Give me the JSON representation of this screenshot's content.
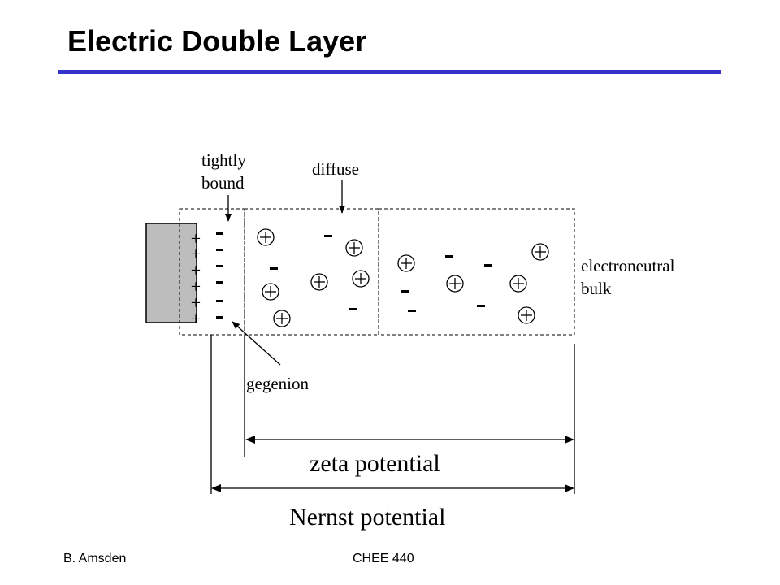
{
  "slide": {
    "title": "Electric Double Layer",
    "accent_color": "#3333cc"
  },
  "diagram": {
    "tightly_bound_line1": "tightly",
    "tightly_bound_line2": "bound",
    "diffuse": "diffuse",
    "electroneutral_line1": "electroneutral",
    "electroneutral_line2": "bulk",
    "gegenion": "gegenion",
    "zeta_potential": "zeta potential",
    "nernst_potential": "Nernst potential",
    "surface_charge_symbol": "+",
    "counter_ion_symbol": "-"
  },
  "footer": {
    "author": "B. Amsden",
    "course": "CHEE 440"
  }
}
